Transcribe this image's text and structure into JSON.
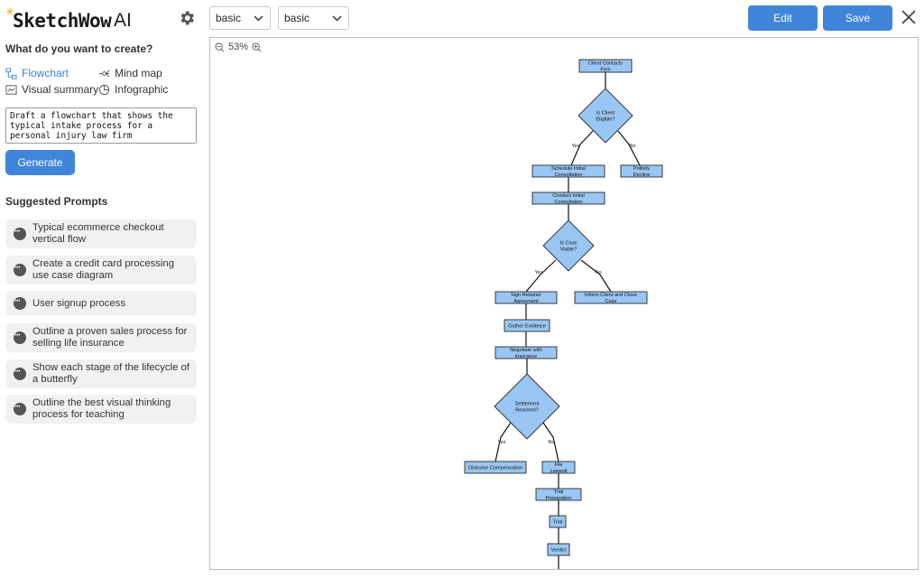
{
  "app": {
    "brand": "SketchWow",
    "brand_suffix": "AI",
    "settings_icon": "gear-icon"
  },
  "sidebar": {
    "question": "What do you want to create?",
    "types": [
      {
        "label": "Flowchart",
        "icon": "flowchart-icon",
        "active": true
      },
      {
        "label": "Mind map",
        "icon": "mind-map-icon",
        "active": false
      },
      {
        "label": "Visual summary",
        "icon": "visual-summary-icon",
        "active": false
      },
      {
        "label": "Infographic",
        "icon": "infographic-icon",
        "active": false
      }
    ],
    "prompt_value": "Draft a flowchart that shows the typical intake process for a personal injury law firm",
    "generate_label": "Generate",
    "suggested_title": "Suggested Prompts",
    "suggestions": [
      "Typical ecommerce checkout vertical flow",
      "Create a credit card processing use case diagram",
      "User signup process",
      "Outline a proven sales process for selling life insurance",
      "Show each stage of the lifecycle of a butterfly",
      "Outline the best visual thinking process for teaching"
    ]
  },
  "toolbar": {
    "style_select_1": "basic",
    "style_select_2": "basic",
    "edit_label": "Edit",
    "save_label": "Save",
    "close_icon": "close-icon"
  },
  "canvas": {
    "zoom_level": "53%",
    "colors": {
      "node_fill": "#99c6f2",
      "node_stroke": "#2b2b2b"
    },
    "nodes": {
      "n1": "Client Contacts Firm",
      "d1": "Is Client Eligible?",
      "n2": "Schedule Initial Consultation",
      "n3": "Politely Decline",
      "n4": "Conduct Initial Consultation",
      "d2": "Is Case Viable?",
      "n5": "Sign Retainer Agreement",
      "n6": "Inform Client and Close Case",
      "n7": "Gather Evidence",
      "n8": "Negotiate with Insurance",
      "d3": "Settlement Reached?",
      "n9": "Disburse Compensation",
      "n10": "File Lawsuit",
      "n11": "Trial Preparation",
      "n12": "Trial",
      "n13": "Verdict"
    },
    "edge_labels": {
      "yes": "Yes",
      "no": "No"
    }
  }
}
